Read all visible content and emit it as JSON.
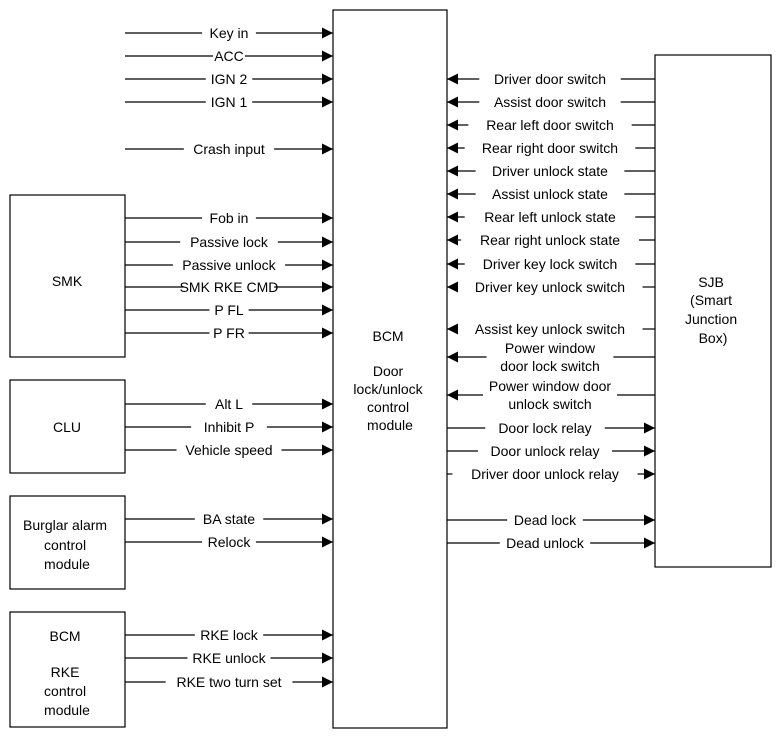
{
  "colors": {
    "line": "#000000",
    "background": "#ffffff"
  },
  "modules": {
    "bcm_main": [
      "BCM",
      "",
      "Door",
      "lock/unlock",
      "control",
      "module"
    ],
    "sjb": [
      "SJB",
      "(Smart",
      "Junction",
      "Box)"
    ],
    "smk": [
      "SMK"
    ],
    "clu": [
      "CLU"
    ],
    "burglar": [
      "Burglar alarm",
      "control",
      "module"
    ],
    "rke": [
      "BCM",
      "",
      "RKE",
      "control",
      "module"
    ]
  },
  "left_signals": {
    "top": [
      "Key in",
      "ACC",
      "IGN 2",
      "IGN 1",
      "Crash input"
    ],
    "smk": [
      "Fob in",
      "Passive lock",
      "Passive unlock",
      "SMK RKE CMD",
      "P FL",
      "P FR"
    ],
    "clu": [
      "Alt L",
      "Inhibit P",
      "Vehicle speed"
    ],
    "burglar": [
      "BA state",
      "Relock"
    ],
    "rke": [
      "RKE lock",
      "RKE unlock",
      "RKE two turn set"
    ]
  },
  "right_signals": {
    "inputs": [
      [
        "Driver door switch"
      ],
      [
        "Assist door switch"
      ],
      [
        "Rear left door switch"
      ],
      [
        "Rear right door switch"
      ],
      [
        "Driver unlock state"
      ],
      [
        "Assist unlock state"
      ],
      [
        "Rear left unlock state"
      ],
      [
        "Rear right unlock state"
      ],
      [
        "Driver key lock switch"
      ],
      [
        "Driver key unlock switch"
      ],
      [
        "Assist key unlock switch"
      ],
      [
        "Power window",
        "door lock switch"
      ],
      [
        "Power window door",
        "unlock switch"
      ]
    ],
    "outputs": [
      [
        "Door lock relay"
      ],
      [
        "Door unlock relay"
      ],
      [
        "Driver door unlock relay"
      ],
      [
        "Dead lock"
      ],
      [
        "Dead unlock"
      ]
    ]
  }
}
